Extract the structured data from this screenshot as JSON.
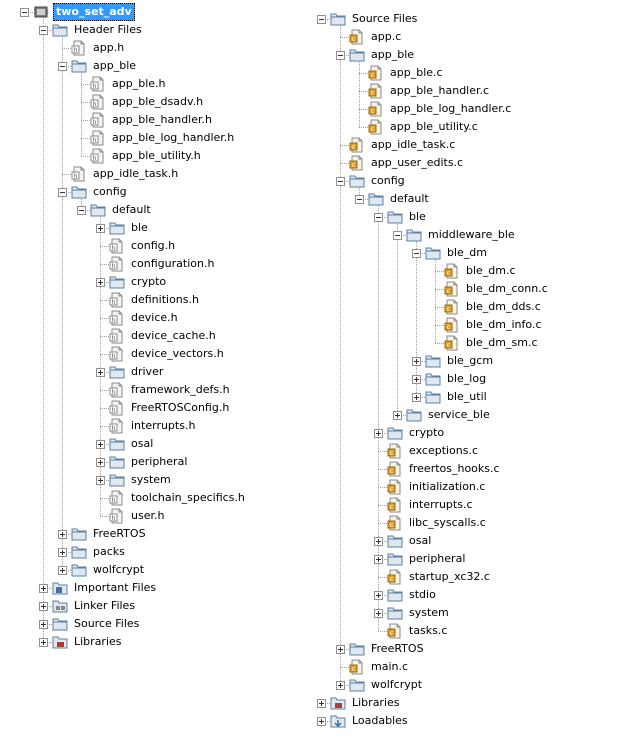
{
  "left_tree": {
    "items": [
      {
        "label": "two_set_adv",
        "icon": "project-icon",
        "state": "minus",
        "selected": true
      },
      {
        "label": "Header Files",
        "icon": "folder-icon",
        "state": "minus"
      },
      {
        "label": "app.h",
        "icon": "h-file-icon",
        "state": "none"
      },
      {
        "label": "app_ble",
        "icon": "folder-icon",
        "state": "minus"
      },
      {
        "label": "app_ble.h",
        "icon": "h-file-icon",
        "state": "none"
      },
      {
        "label": "app_ble_dsadv.h",
        "icon": "h-file-icon",
        "state": "none"
      },
      {
        "label": "app_ble_handler.h",
        "icon": "h-file-icon",
        "state": "none"
      },
      {
        "label": "app_ble_log_handler.h",
        "icon": "h-file-icon",
        "state": "none"
      },
      {
        "label": "app_ble_utility.h",
        "icon": "h-file-icon",
        "state": "none"
      },
      {
        "label": "app_idle_task.h",
        "icon": "h-file-icon",
        "state": "none"
      },
      {
        "label": "config",
        "icon": "folder-icon",
        "state": "minus"
      },
      {
        "label": "default",
        "icon": "folder-icon",
        "state": "minus"
      },
      {
        "label": "ble",
        "icon": "folder-icon",
        "state": "plus"
      },
      {
        "label": "config.h",
        "icon": "h-file-icon",
        "state": "none"
      },
      {
        "label": "configuration.h",
        "icon": "h-file-icon",
        "state": "none"
      },
      {
        "label": "crypto",
        "icon": "folder-icon",
        "state": "plus"
      },
      {
        "label": "definitions.h",
        "icon": "h-file-icon",
        "state": "none"
      },
      {
        "label": "device.h",
        "icon": "h-file-icon",
        "state": "none"
      },
      {
        "label": "device_cache.h",
        "icon": "h-file-icon",
        "state": "none"
      },
      {
        "label": "device_vectors.h",
        "icon": "h-file-icon",
        "state": "none"
      },
      {
        "label": "driver",
        "icon": "folder-icon",
        "state": "plus"
      },
      {
        "label": "framework_defs.h",
        "icon": "h-file-icon",
        "state": "none"
      },
      {
        "label": "FreeRTOSConfig.h",
        "icon": "h-file-icon",
        "state": "none"
      },
      {
        "label": "interrupts.h",
        "icon": "h-file-icon",
        "state": "none"
      },
      {
        "label": "osal",
        "icon": "folder-icon",
        "state": "plus"
      },
      {
        "label": "peripheral",
        "icon": "folder-icon",
        "state": "plus"
      },
      {
        "label": "system",
        "icon": "folder-icon",
        "state": "plus"
      },
      {
        "label": "toolchain_specifics.h",
        "icon": "h-file-icon",
        "state": "none"
      },
      {
        "label": "user.h",
        "icon": "h-file-icon",
        "state": "none"
      },
      {
        "label": "FreeRTOS",
        "icon": "folder-icon",
        "state": "plus"
      },
      {
        "label": "packs",
        "icon": "folder-icon",
        "state": "plus"
      },
      {
        "label": "wolfcrypt",
        "icon": "folder-icon",
        "state": "plus"
      },
      {
        "label": "Important Files",
        "icon": "important-files-icon",
        "state": "plus"
      },
      {
        "label": "Linker Files",
        "icon": "linker-files-icon",
        "state": "plus"
      },
      {
        "label": "Source Files",
        "icon": "folder-icon",
        "state": "plus"
      },
      {
        "label": "Libraries",
        "icon": "libraries-icon",
        "state": "plus"
      }
    ]
  },
  "right_tree": {
    "items": [
      {
        "label": "Source Files",
        "icon": "folder-icon",
        "state": "minus"
      },
      {
        "label": "app.c",
        "icon": "c-file-icon",
        "state": "none"
      },
      {
        "label": "app_ble",
        "icon": "folder-icon",
        "state": "minus"
      },
      {
        "label": "app_ble.c",
        "icon": "c-file-icon",
        "state": "none"
      },
      {
        "label": "app_ble_handler.c",
        "icon": "c-file-icon",
        "state": "none"
      },
      {
        "label": "app_ble_log_handler.c",
        "icon": "c-file-icon",
        "state": "none"
      },
      {
        "label": "app_ble_utility.c",
        "icon": "c-file-icon",
        "state": "none"
      },
      {
        "label": "app_idle_task.c",
        "icon": "c-file-icon",
        "state": "none"
      },
      {
        "label": "app_user_edits.c",
        "icon": "c-file-icon",
        "state": "none"
      },
      {
        "label": "config",
        "icon": "folder-icon",
        "state": "minus"
      },
      {
        "label": "default",
        "icon": "folder-icon",
        "state": "minus"
      },
      {
        "label": "ble",
        "icon": "folder-icon",
        "state": "minus"
      },
      {
        "label": "middleware_ble",
        "icon": "folder-icon",
        "state": "minus"
      },
      {
        "label": "ble_dm",
        "icon": "folder-icon",
        "state": "minus"
      },
      {
        "label": "ble_dm.c",
        "icon": "c-file-icon",
        "state": "none"
      },
      {
        "label": "ble_dm_conn.c",
        "icon": "c-file-icon",
        "state": "none"
      },
      {
        "label": "ble_dm_dds.c",
        "icon": "c-file-icon",
        "state": "none"
      },
      {
        "label": "ble_dm_info.c",
        "icon": "c-file-icon",
        "state": "none"
      },
      {
        "label": "ble_dm_sm.c",
        "icon": "c-file-icon",
        "state": "none"
      },
      {
        "label": "ble_gcm",
        "icon": "folder-icon",
        "state": "plus"
      },
      {
        "label": "ble_log",
        "icon": "folder-icon",
        "state": "plus"
      },
      {
        "label": "ble_util",
        "icon": "folder-icon",
        "state": "plus"
      },
      {
        "label": "service_ble",
        "icon": "folder-icon",
        "state": "plus"
      },
      {
        "label": "crypto",
        "icon": "folder-icon",
        "state": "plus"
      },
      {
        "label": "exceptions.c",
        "icon": "c-file-icon",
        "state": "none"
      },
      {
        "label": "freertos_hooks.c",
        "icon": "c-file-icon",
        "state": "none"
      },
      {
        "label": "initialization.c",
        "icon": "c-file-icon",
        "state": "none"
      },
      {
        "label": "interrupts.c",
        "icon": "c-file-icon",
        "state": "none"
      },
      {
        "label": "libc_syscalls.c",
        "icon": "c-file-icon",
        "state": "none"
      },
      {
        "label": "osal",
        "icon": "folder-icon",
        "state": "plus"
      },
      {
        "label": "peripheral",
        "icon": "folder-icon",
        "state": "plus"
      },
      {
        "label": "startup_xc32.c",
        "icon": "c-file-icon",
        "state": "none"
      },
      {
        "label": "stdio",
        "icon": "folder-icon",
        "state": "plus"
      },
      {
        "label": "system",
        "icon": "folder-icon",
        "state": "plus"
      },
      {
        "label": "tasks.c",
        "icon": "c-file-icon",
        "state": "none"
      },
      {
        "label": "FreeRTOS",
        "icon": "folder-icon",
        "state": "plus"
      },
      {
        "label": "main.c",
        "icon": "c-file-icon",
        "state": "none"
      },
      {
        "label": "wolfcrypt",
        "icon": "folder-icon",
        "state": "plus"
      },
      {
        "label": "Libraries",
        "icon": "libraries-icon",
        "state": "plus"
      },
      {
        "label": "Loadables",
        "icon": "loadables-icon",
        "state": "plus"
      }
    ]
  },
  "colors": {
    "selection": "#3399ff",
    "folder": "#dfe7ef",
    "folder_border": "#5b7fa6",
    "c_file_badge": "#e0a12a",
    "tree_line": "#a0a0a0"
  }
}
